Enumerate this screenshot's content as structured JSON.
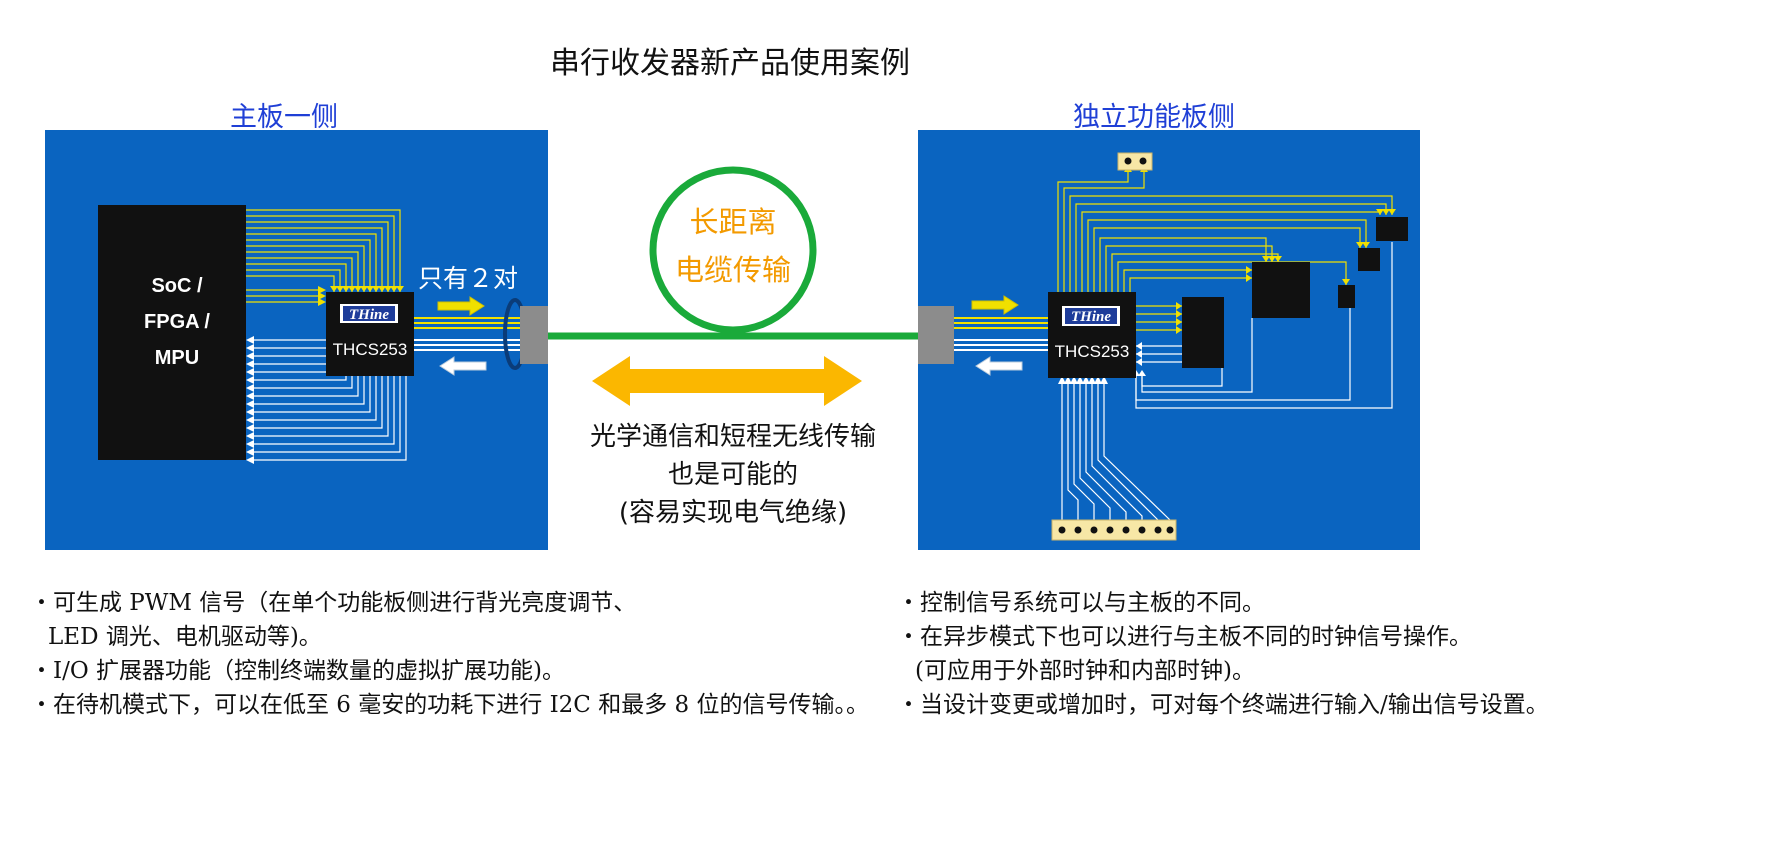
{
  "title": "串行收发器新产品使用案例",
  "left": {
    "heading": "主板一侧",
    "host_lines": [
      "SoC /",
      "FPGA /",
      "MPU"
    ],
    "chip_logo": "THine",
    "chip_name": "THCS253",
    "pairs_label": "只有２对"
  },
  "right": {
    "heading": "独立功能板侧",
    "chip_logo": "THine",
    "chip_name": "THCS253"
  },
  "center": {
    "ring_line1": "长距离",
    "ring_line2": "电缆传输",
    "lines": [
      "光学通信和短程无线传输",
      "也是可能的",
      "(容易实现电气绝缘)"
    ]
  },
  "bullets_left": [
    "・可生成 PWM 信号（在单个功能板侧进行背光亮度调节、",
    "LED 调光、电机驱动等)。",
    "・I/O 扩展器功能（控制终端数量的虚拟扩展功能)。",
    "・在待机模式下，可以在低至 6 毫安的功耗下进行 I2C 和最多 8 位的信号传输。。"
  ],
  "bullets_right": [
    "・控制信号系统可以与主板的不同。",
    "・在异步模式下也可以进行与主板不同的时钟信号操作。",
    "(可应用于外部时钟和内部时钟)。",
    "・当设计变更或增加时，可对每个终端进行输入/输出信号设置。"
  ],
  "colors": {
    "panel": "#0a64c0",
    "heading": "#1f3fd6",
    "cable": "#1aaa3a",
    "ring_text": "#f39a00",
    "arrow_orange": "#fbb700",
    "signal_yellow": "#f0e000"
  }
}
